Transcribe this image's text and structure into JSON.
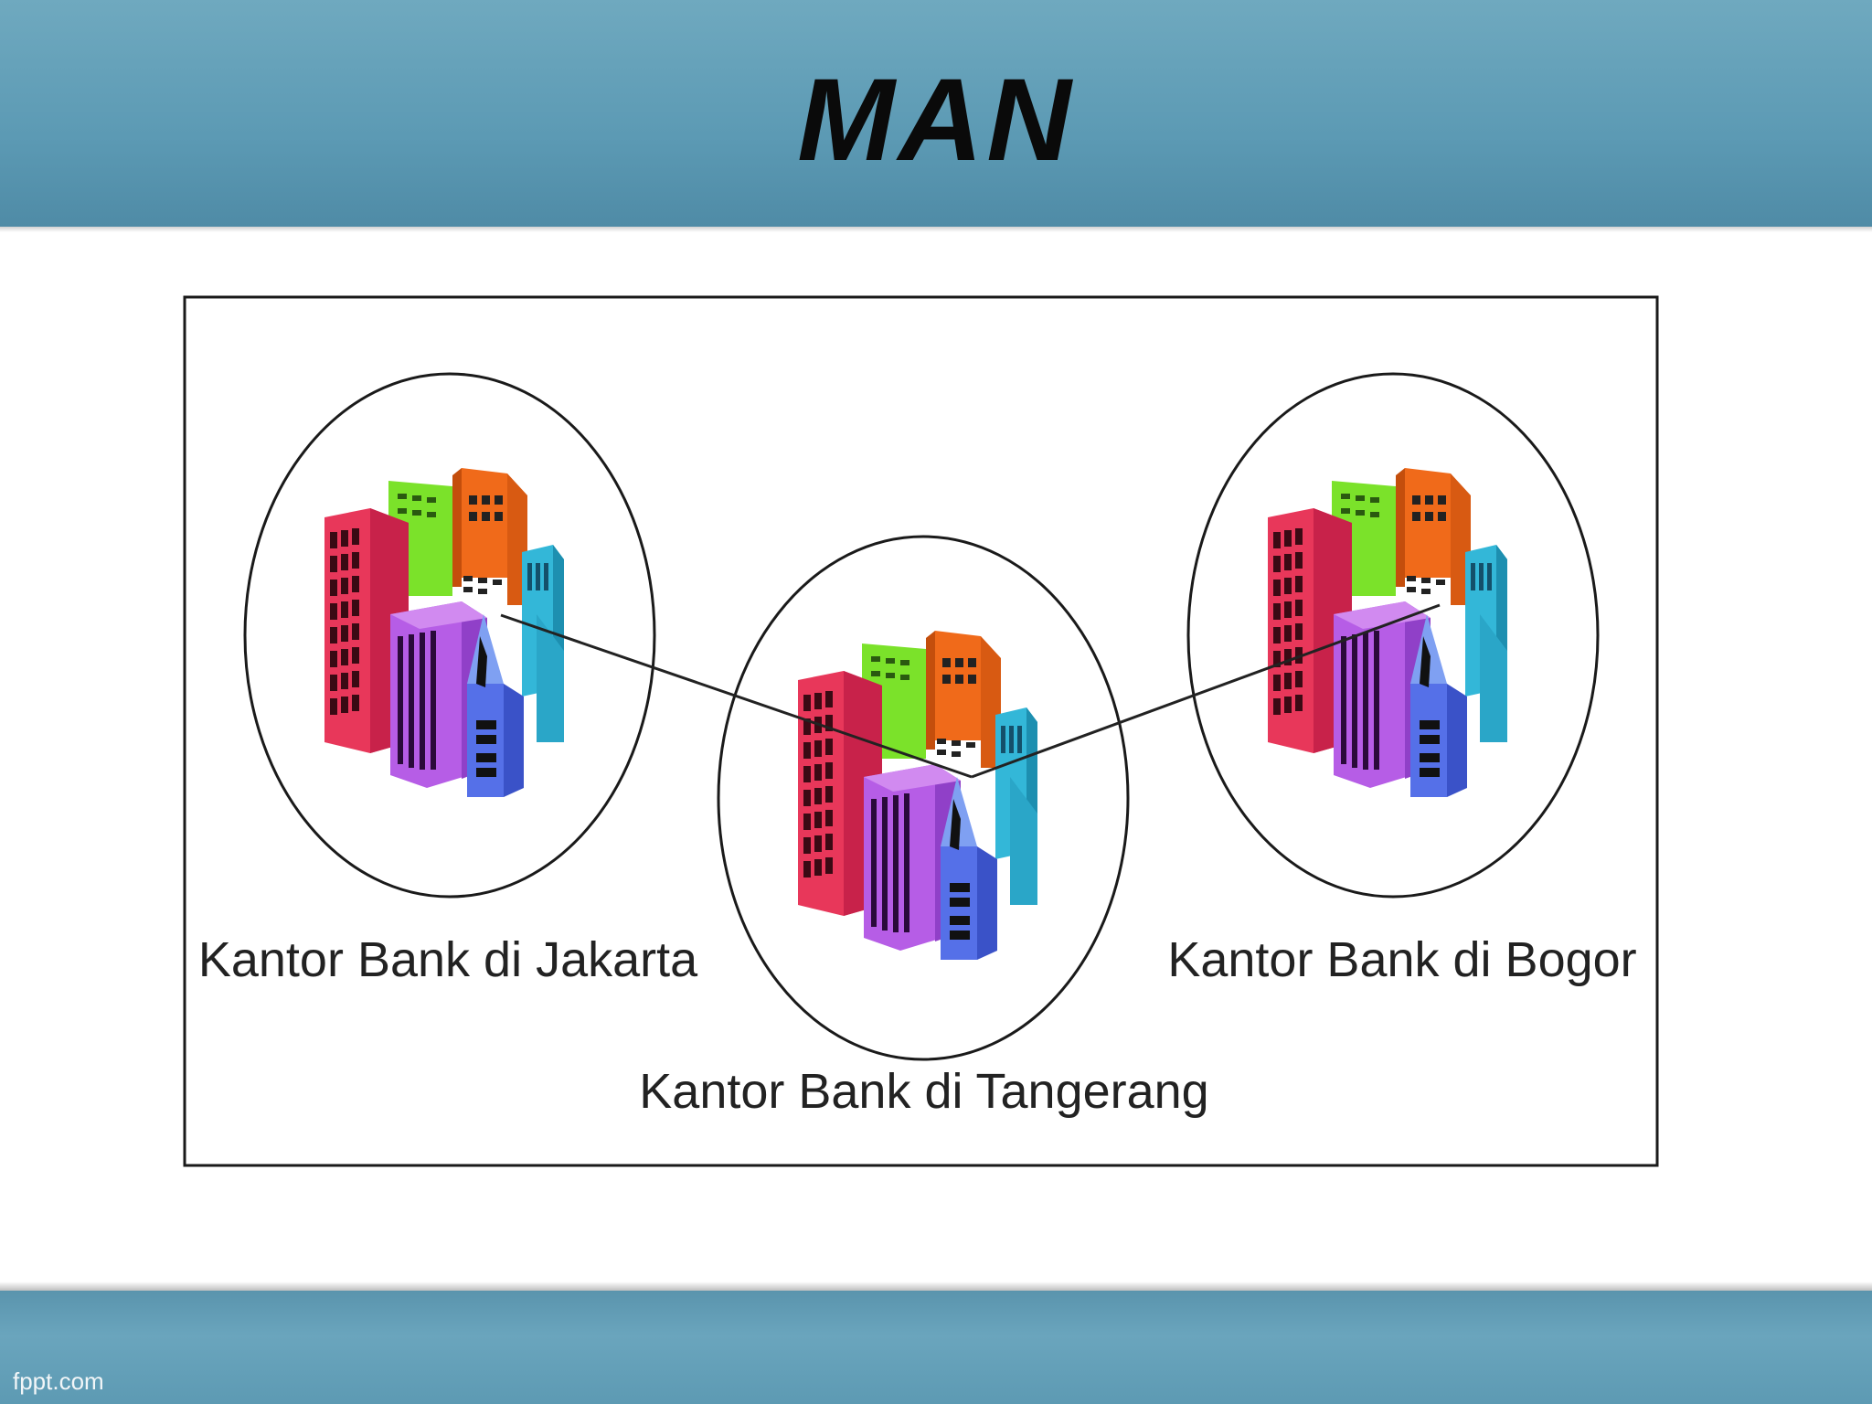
{
  "slide": {
    "title": "MAN",
    "brand": "fppt.com"
  },
  "diagram": {
    "nodes": [
      {
        "label": "Kantor Bank di Jakarta",
        "icon": "office-buildings-icon"
      },
      {
        "label": "Kantor Bank di Tangerang",
        "icon": "office-buildings-icon"
      },
      {
        "label": "Kantor Bank di Bogor",
        "icon": "office-buildings-icon"
      }
    ],
    "edges": [
      {
        "from": "Kantor Bank di Jakarta",
        "to": "Kantor Bank di Tangerang"
      },
      {
        "from": "Kantor Bank di Tangerang",
        "to": "Kantor Bank di Bogor"
      }
    ]
  },
  "colors": {
    "header": "#5c9ab4",
    "building_red": "#e8375a",
    "building_green": "#7be22a",
    "building_orange": "#f06a1a",
    "building_purple": "#b65de6",
    "building_blue": "#5570e8",
    "building_cyan": "#33b7d8"
  }
}
